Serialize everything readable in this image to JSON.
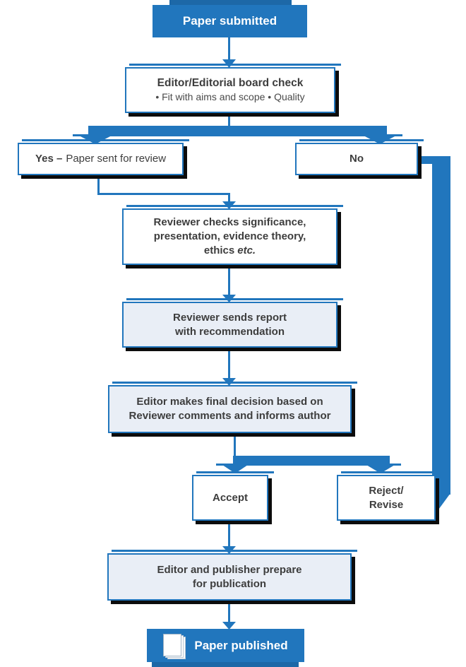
{
  "colors": {
    "primary": "#2176bd",
    "primary-dark": "#1d68a7",
    "box-bg-light": "#e9eef6",
    "shadow": "#0c0c0c",
    "text": "#3d3d3d",
    "bullet-text": "#4a4a4a"
  },
  "nodes": {
    "paper_submitted": {
      "label": "Paper submitted"
    },
    "editor_check": {
      "title": "Editor/Editorial board check",
      "bullets": "• Fit with aims and scope • Quality"
    },
    "yes_branch": {
      "bold": "Yes –",
      "rest": "Paper sent for review"
    },
    "no_branch": {
      "label": "No"
    },
    "reviewer_checks": {
      "line1": "Reviewer checks significance,",
      "line2": "presentation, evidence theory,",
      "line3_prefix": "ethics",
      "line3_italic": "etc."
    },
    "reviewer_sends": {
      "line1": "Reviewer sends report",
      "line2": "with recommendation"
    },
    "editor_decision": {
      "line1": "Editor makes final decision based on",
      "line2": "Reviewer comments and informs author"
    },
    "accept": {
      "label": "Accept"
    },
    "reject": {
      "line1": "Reject/",
      "line2": "Revise"
    },
    "editor_publisher": {
      "line1": "Editor and publisher prepare",
      "line2": "for publication"
    },
    "paper_published": {
      "label": "Paper published",
      "icon": "document-icon"
    }
  }
}
